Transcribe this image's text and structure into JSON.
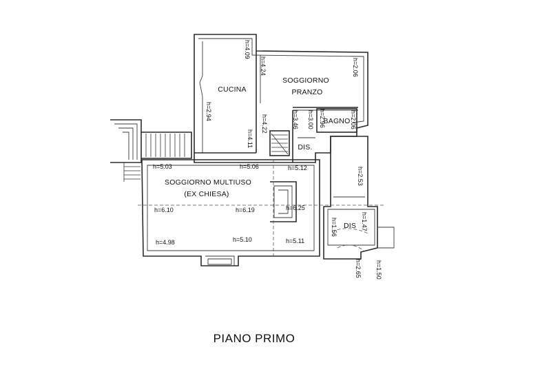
{
  "plan_title": "PIANO PRIMO",
  "rooms": {
    "cucina": "CUCINA",
    "soggiorno_pranzo_1": "SOGGIORNO",
    "soggiorno_pranzo_2": "PRANZO",
    "bagno": "BAGNO",
    "dis_upper": "DIS.",
    "soggiorno_multiuso_1": "SOGGIORNO MULTIUSO",
    "soggiorno_multiuso_2": "(EX CHIESA)",
    "dis_lower": "DIS"
  },
  "heights": {
    "cucina_top": "h=4.09",
    "cucina_left": "h=2.94",
    "cucina_bottom": "h=4.11",
    "cucina_right": "h=4.22",
    "pranzo_left": "h=4.24",
    "pranzo_right": "h=2.06",
    "stair_a": "h=3.46",
    "stair_b": "h=3.00",
    "bagno_left": "h=2.96",
    "bagno_right": "h=2.06",
    "multi_tl": "h=5.03",
    "multi_tc": "h=5.06",
    "multi_tr": "h=5.12",
    "multi_ml": "h=6.10",
    "multi_mc": "h=6.19",
    "multi_mr": "h=6.25",
    "multi_bl": "h=4.98",
    "multi_bc": "h=5.10",
    "multi_br": "h=5.11",
    "dis_top": "h=2.53",
    "dis_left": "h=1.56",
    "dis_right": "h=1.47",
    "dis_bottom_a": "h=2.65",
    "dis_bottom_b": "h=1.50"
  }
}
